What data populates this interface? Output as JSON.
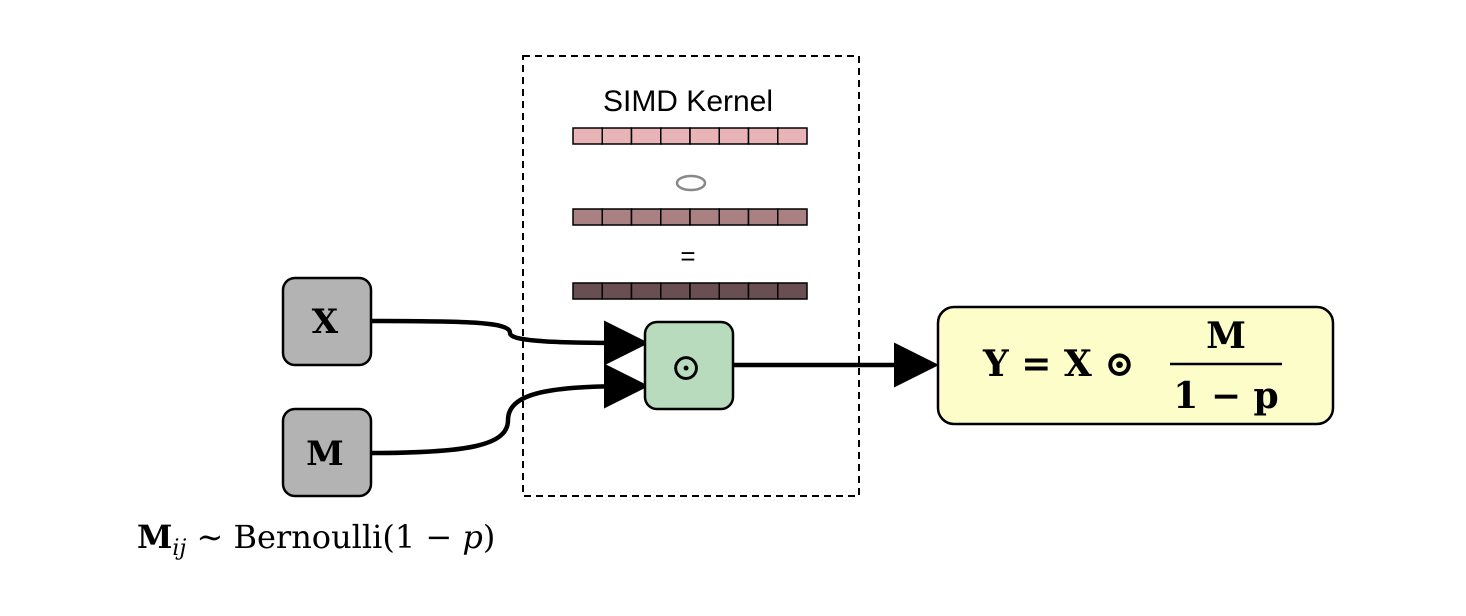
{
  "kernel": {
    "title": "SIMD Kernel",
    "operator_symbol": "∘",
    "equals_symbol": "=",
    "vector_cells": 8,
    "vector_colors": [
      "#e8b4b8",
      "#a98183",
      "#6a4f52"
    ]
  },
  "inputs": {
    "x_label": "X",
    "m_label": "M"
  },
  "operation": {
    "symbol": "⊙"
  },
  "output": {
    "lhs": "Y = X ⊙",
    "numerator": "M",
    "denominator": "1 − p"
  },
  "distribution": {
    "base": "M",
    "subscript": "ij",
    "text": " ∼ Bernoulli(1 − ",
    "param": "p",
    "close": ")"
  },
  "colors": {
    "input_box": "#b3b3b3",
    "op_box": "#b9dbbd",
    "output_box": "#fdfdc9",
    "stroke": "#000000"
  }
}
